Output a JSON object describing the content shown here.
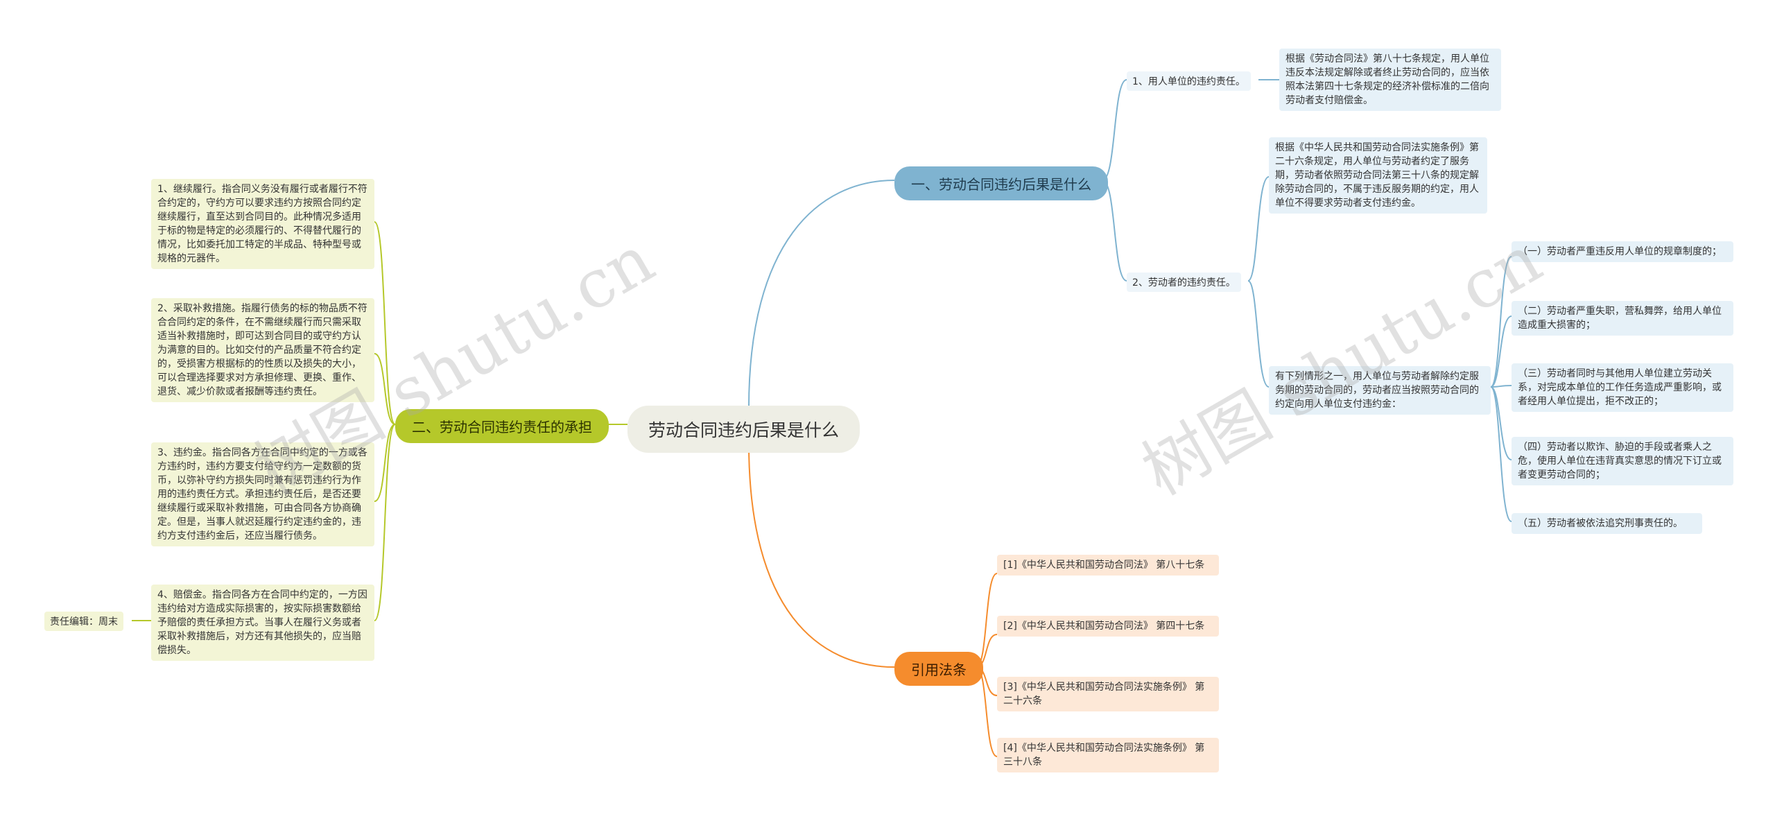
{
  "root": "劳动合同违约后果是什么",
  "branch_blue": {
    "title": "一、劳动合同违约后果是什么",
    "employer": {
      "label": "1、用人单位的违约责任。",
      "detail": "根据《劳动合同法》第八十七条规定，用人单位违反本法规定解除或者终止劳动合同的，应当依照本法第四十七条规定的经济补偿标准的二倍向劳动者支付赔偿金。"
    },
    "worker": {
      "label": "2、劳动者的违约责任。",
      "detail1": "根据《中华人民共和国劳动合同法实施条例》第二十六条规定，用人单位与劳动者约定了服务期，劳动者依照劳动合同法第三十八条的规定解除劳动合同的，不属于违反服务期的约定，用人单位不得要求劳动者支付违约金。",
      "detail2": "有下列情形之一，用人单位与劳动者解除约定服务期的劳动合同的，劳动者应当按照劳动合同的约定向用人单位支付违约金：",
      "cases": [
        "（一）劳动者严重违反用人单位的规章制度的；",
        "（二）劳动者严重失职，营私舞弊，给用人单位造成重大损害的；",
        "（三）劳动者同时与其他用人单位建立劳动关系，对完成本单位的工作任务造成严重影响，或者经用人单位提出，拒不改正的；",
        "（四）劳动者以欺诈、胁迫的手段或者乘人之危，使用人单位在违背真实意思的情况下订立或者变更劳动合同的；",
        "（五）劳动者被依法追究刑事责任的。"
      ]
    }
  },
  "branch_green": {
    "title": "二、劳动合同违约责任的承担",
    "items": [
      "1、继续履行。指合同义务没有履行或者履行不符合约定的，守约方可以要求违约方按照合同约定继续履行，直至达到合同目的。此种情况多适用于标的物是特定的必须履行的、不得替代履行的情况，比如委托加工特定的半成品、特种型号或规格的元器件。",
      "2、采取补救措施。指履行债务的标的物品质不符合合同约定的条件，在不需继续履行而只需采取适当补救措施时，即可达到合同目的或守约方认为满意的目的。比如交付的产品质量不符合约定的，受损害方根据标的的性质以及损失的大小，可以合理选择要求对方承担修理、更换、重作、退货、减少价款或者报酬等违约责任。",
      "3、违约金。指合同各方在合同中约定的一方或各方违约时，违约方要支付给守约方一定数额的货币，以弥补守约方损失同时兼有惩罚违约行为作用的违约责任方式。承担违约责任后，是否还要继续履行或采取补救措施，可由合同各方协商确定。但是，当事人就迟延履行约定违约金的，违约方支付违约金后，还应当履行债务。",
      "4、赔偿金。指合同各方在合同中约定的，一方因违约给对方造成实际损害的，按实际损害数额给予赔偿的责任承担方式。当事人在履行义务或者采取补救措施后，对方还有其他损失的，应当赔偿损失。"
    ],
    "editor": "责任编辑：周末"
  },
  "branch_orange": {
    "title": "引用法条",
    "items": [
      "[1]《中华人民共和国劳动合同法》 第八十七条",
      "[2]《中华人民共和国劳动合同法》 第四十七条",
      "[3]《中华人民共和国劳动合同法实施条例》 第二十六条",
      "[4]《中华人民共和国劳动合同法实施条例》 第三十八条"
    ]
  },
  "watermarks": [
    "树图 shutu.cn",
    "树图 shutu.cn"
  ],
  "colors": {
    "blue": "#7fb3d0",
    "green": "#b5c82a",
    "orange": "#f58c2d",
    "root_bg": "#eeeee5"
  }
}
